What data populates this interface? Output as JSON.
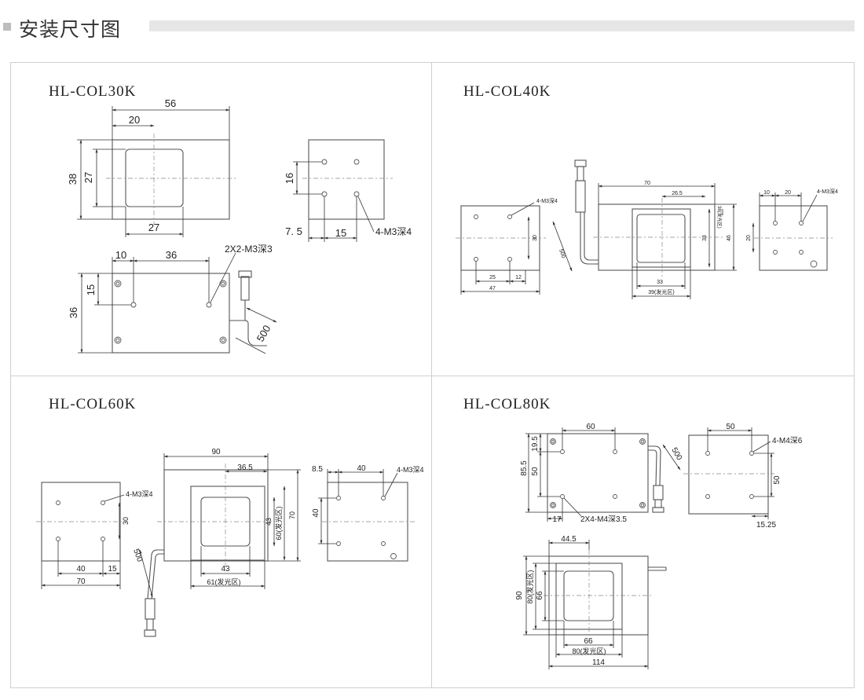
{
  "header": {
    "title": "安装尺寸图"
  },
  "panels": [
    {
      "model": "HL-COL30K",
      "dims": {
        "w56": "56",
        "w20": "20",
        "h38": "38",
        "h27": "27",
        "w27": "27",
        "h16": "16",
        "x7_5": "7. 5",
        "w15": "15",
        "holes_note": "4-M3深4",
        "w10": "10",
        "w36": "36",
        "holes_note2": "2X2-M3深3",
        "h15": "15",
        "h36": "36",
        "cable": "500"
      }
    },
    {
      "model": "HL-COL40K",
      "dims": {
        "holes_note": "4-M3深4",
        "h30": "30",
        "w25": "25",
        "w12": "12",
        "w47": "47",
        "cable": "500",
        "w70": "70",
        "w26_5": "26.5",
        "h38_lit": "38(发光区)",
        "h33": "33",
        "h46": "46",
        "w33": "33",
        "w39_lit": "39(发光区)",
        "w10": "10",
        "w20": "20",
        "holes_note2": "4-M3深4",
        "h20": "20"
      }
    },
    {
      "model": "HL-COL60K",
      "dims": {
        "holes_note": "4-M3深4",
        "h30": "30",
        "w40": "40",
        "w15": "15",
        "w70": "70",
        "cable": "500",
        "w90": "90",
        "w36_5": "36.5",
        "h43": "43",
        "h60_lit": "60(发光区)",
        "h70": "70",
        "w43": "43",
        "w61_lit": "61(发光区)",
        "x8_5": "8.5",
        "w40b": "40",
        "holes_note2": "4-M3深4",
        "h40": "40"
      }
    },
    {
      "model": "HL-COL80K",
      "dims": {
        "w60": "60",
        "h19_5": "19.5",
        "h85_5": "85.5",
        "h50": "50",
        "w17": "17",
        "holes_note": "2X4-M4深3.5",
        "cable": "500",
        "w50": "50",
        "holes_note2": "4-M4深6",
        "h50b": "50",
        "x15_25": "15.25",
        "w44_5": "44.5",
        "h90": "90",
        "h80_lit": "80(发光区)",
        "h66": "66",
        "w66": "66",
        "w80_lit": "80(发光区)",
        "w114": "114"
      }
    }
  ],
  "colors": {
    "line": "#555555",
    "dim": "#333333",
    "center": "#888888",
    "border": "#cfcfcf",
    "header_bar": "#e6e6e6"
  }
}
